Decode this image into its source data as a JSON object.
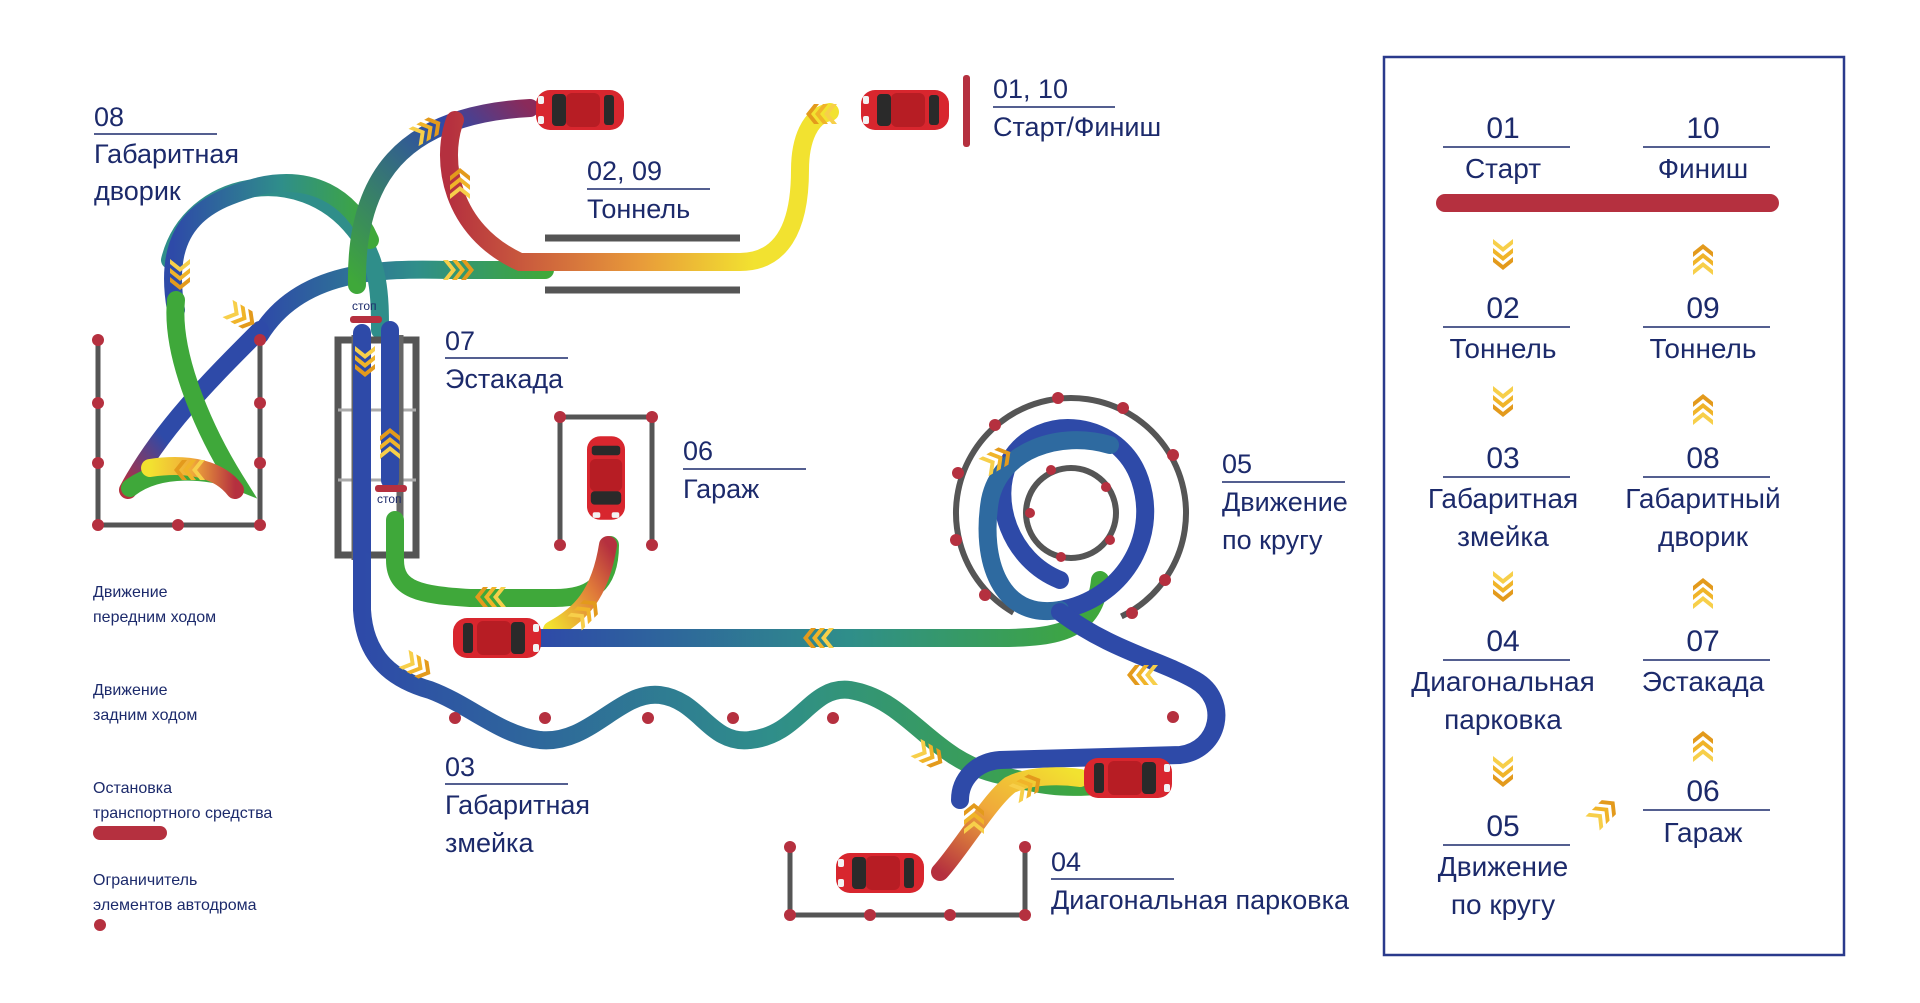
{
  "labels": {
    "start_finish": {
      "num": "01, 10",
      "text": "Старт/Финиш"
    },
    "tunnel": {
      "num": "02, 09",
      "text": "Тоннель"
    },
    "dvorik": {
      "num": "08",
      "line1": "Габаритная",
      "line2": "дворик"
    },
    "estakada": {
      "num": "07",
      "text": "Эстакада"
    },
    "garage": {
      "num": "06",
      "text": "Гараж"
    },
    "circle": {
      "num": "05",
      "line1": "Движение",
      "line2": "по кругу"
    },
    "zmeika": {
      "num": "03",
      "line1": "Габаритная",
      "line2": "змейка"
    },
    "parking": {
      "num": "04",
      "text": "Диагональная парковка"
    },
    "stop": "стоп"
  },
  "legend": {
    "forward": {
      "line1": "Движение",
      "line2": "передним ходом"
    },
    "reverse": {
      "line1": "Движение",
      "line2": "задним ходом"
    },
    "stop": {
      "line1": "Остановка",
      "line2": "транспортного средства"
    },
    "limiter": {
      "line1": "Ограничитель",
      "line2": "элементов автодрома"
    }
  },
  "route_panel": {
    "left_column": [
      {
        "num": "01",
        "line1": "Старт",
        "line2": ""
      },
      {
        "num": "02",
        "line1": "Тоннель",
        "line2": ""
      },
      {
        "num": "03",
        "line1": "Габаритная",
        "line2": "змейка"
      },
      {
        "num": "04",
        "line1": "Диагональная",
        "line2": "парковка"
      },
      {
        "num": "05",
        "line1": "Движение",
        "line2": "по кругу"
      }
    ],
    "right_column": [
      {
        "num": "10",
        "line1": "Финиш",
        "line2": ""
      },
      {
        "num": "09",
        "line1": "Тоннель",
        "line2": ""
      },
      {
        "num": "08",
        "line1": "Габаритный",
        "line2": "дворик"
      },
      {
        "num": "07",
        "line1": "Эстакада",
        "line2": ""
      },
      {
        "num": "06",
        "line1": "Гараж",
        "line2": ""
      }
    ]
  },
  "colors": {
    "text": "#1c2a6b",
    "stop_bar": "#b5303f",
    "limiter": "#b5303f",
    "forward_start": "#2e4aa8",
    "forward_end": "#3fa83a",
    "reverse_start": "#f2e230",
    "reverse_end": "#b5303f",
    "panel_border": "#2a3a8c",
    "chevron": "#f0b429",
    "car": "#d8262e"
  }
}
